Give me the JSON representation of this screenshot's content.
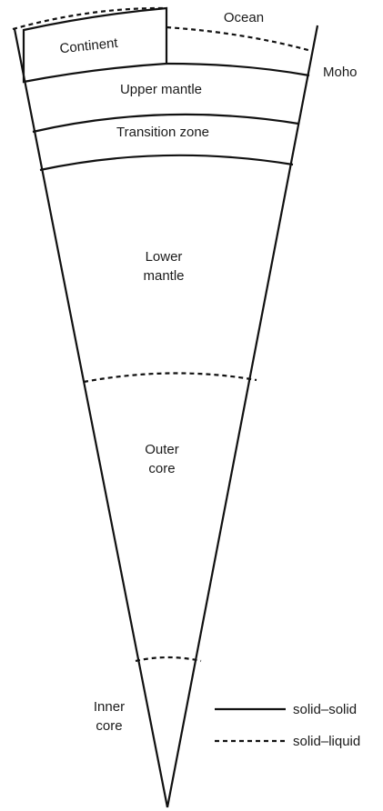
{
  "layers": {
    "ocean": "Ocean",
    "continent": "Continent",
    "moho": "Moho",
    "upper_mantle": "Upper mantle",
    "transition_zone": "Transition zone",
    "lower_mantle_line1": "Lower",
    "lower_mantle_line2": "mantle",
    "outer_core_line1": "Outer",
    "outer_core_line2": "core",
    "inner_core_line1": "Inner",
    "inner_core_line2": "core"
  },
  "legend": {
    "solid_label": "solid–solid",
    "dashed_label": "solid–liquid"
  }
}
